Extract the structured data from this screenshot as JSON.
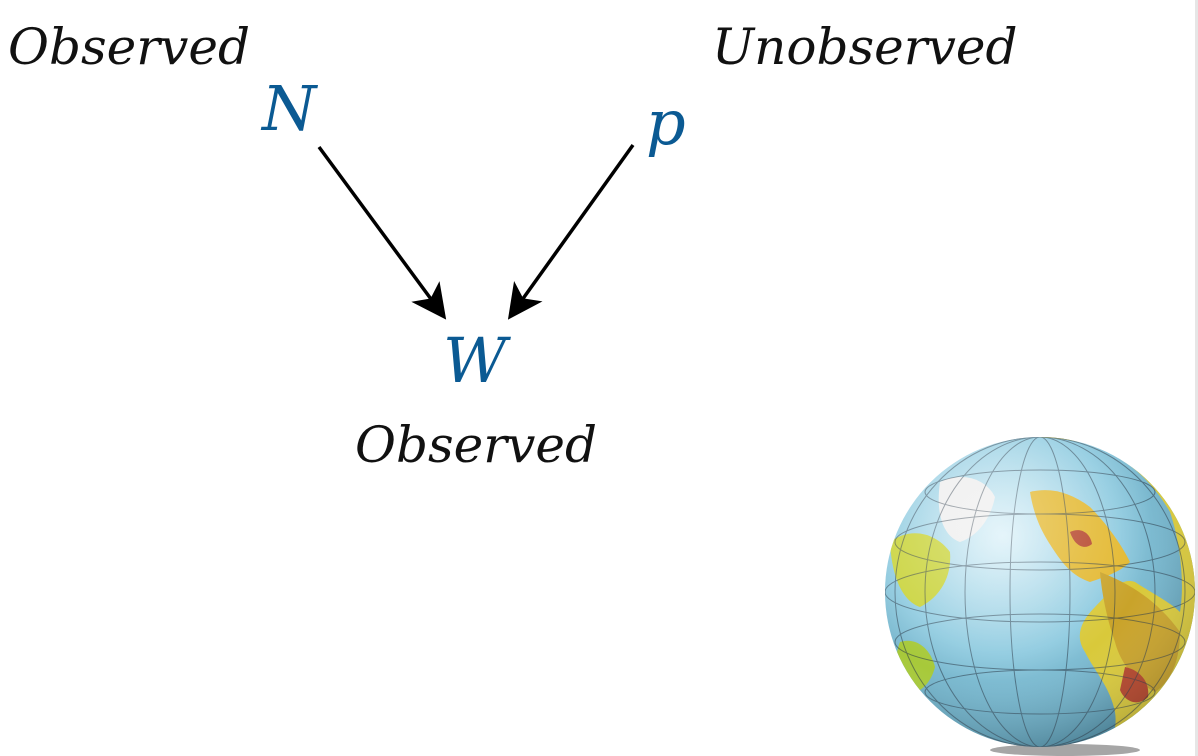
{
  "diagram": {
    "nodes": [
      {
        "id": "N",
        "label": "N"
      },
      {
        "id": "p",
        "label": "p"
      },
      {
        "id": "W",
        "label": "W"
      }
    ],
    "edges": [
      {
        "from": "N",
        "to": "W"
      },
      {
        "from": "p",
        "to": "W"
      }
    ],
    "annotations": {
      "n_status": "Observed",
      "p_status": "Unobserved",
      "w_status": "Observed"
    }
  },
  "colors": {
    "node": "#0b5a93",
    "text": "#111111",
    "arrow": "#000000"
  }
}
